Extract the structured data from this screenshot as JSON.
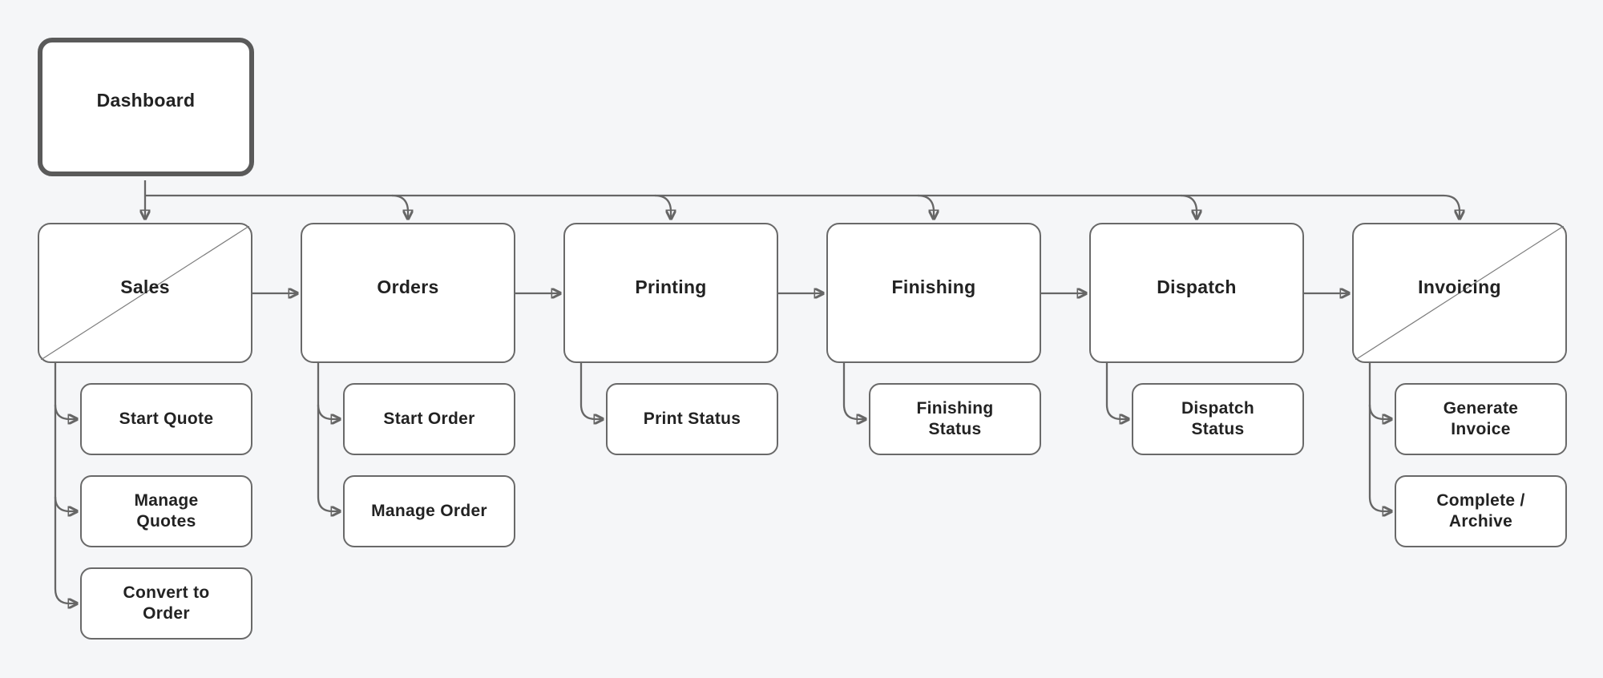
{
  "palette": {
    "canvas-bg": "#f5f6f8",
    "node-fill": "#ffffff",
    "node-border": "#696969",
    "root-border": "#5a5a5a",
    "connector": "#666666",
    "slash": "#7d7d7d",
    "text": "#222222"
  },
  "diagram": {
    "root": {
      "label": "Dashboard"
    },
    "columns": [
      {
        "label": "Sales",
        "children": [
          "Start Quote",
          "Manage\nQuotes",
          "Convert to\nOrder"
        ]
      },
      {
        "label": "Orders",
        "children": [
          "Start Order",
          "Manage Order"
        ]
      },
      {
        "label": "Printing",
        "children": [
          "Print Status"
        ]
      },
      {
        "label": "Finishing",
        "children": [
          "Finishing\nStatus"
        ]
      },
      {
        "label": "Dispatch",
        "children": [
          "Dispatch\nStatus"
        ]
      },
      {
        "label": "Invoicing",
        "children": [
          "Generate\nInvoice",
          "Complete /\nArchive"
        ]
      }
    ]
  }
}
